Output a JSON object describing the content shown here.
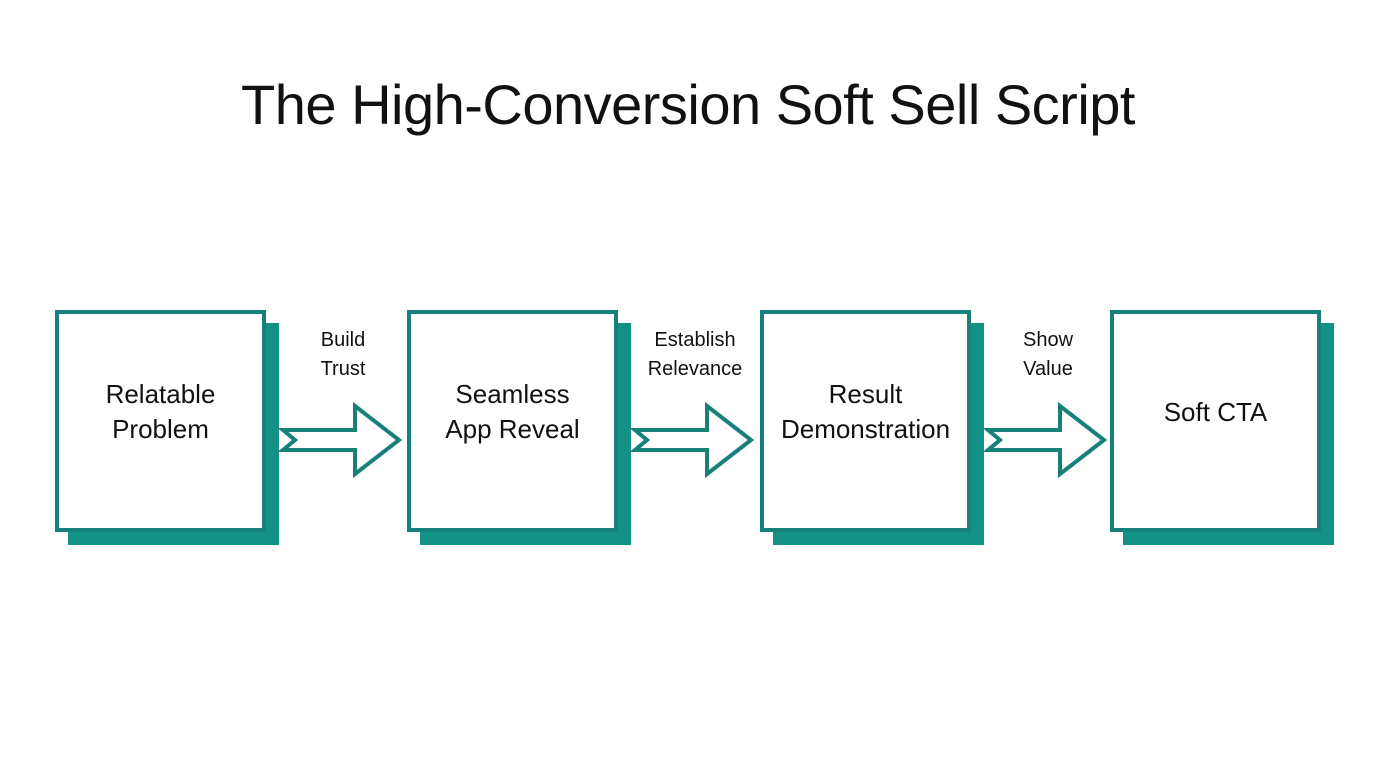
{
  "slide": {
    "title": "The High-Conversion Soft Sell Script",
    "background_color": "#ffffff",
    "title_color": "#111111"
  },
  "theme": {
    "accent_teal": "#17807a",
    "shadow_teal": "#149185",
    "arrow_stroke": "#17807a",
    "arrow_fill": "#ffffff",
    "text_color": "#111111"
  },
  "chart_data": {
    "type": "diagram",
    "subtype": "linear-process-flow",
    "title": "The High-Conversion Soft Sell Script",
    "direction": "left-to-right",
    "steps": [
      {
        "order": 1,
        "label": "Relatable\nProblem"
      },
      {
        "order": 2,
        "label": "Seamless\nApp Reveal"
      },
      {
        "order": 3,
        "label": "Result\nDemonstration"
      },
      {
        "order": 4,
        "label": "Soft CTA"
      }
    ],
    "transitions": [
      {
        "from": 1,
        "to": 2,
        "label": "Build\nTrust"
      },
      {
        "from": 2,
        "to": 3,
        "label": "Establish\nRelevance"
      },
      {
        "from": 3,
        "to": 4,
        "label": "Show\nValue"
      }
    ]
  },
  "flow": {
    "nodes": [
      {
        "label": "Relatable\nProblem"
      },
      {
        "label": "Seamless\nApp Reveal"
      },
      {
        "label": "Result\nDemonstration"
      },
      {
        "label": "Soft CTA"
      }
    ],
    "connectors": [
      {
        "label": "Build\nTrust",
        "icon": "arrow-right-icon"
      },
      {
        "label": "Establish\nRelevance",
        "icon": "arrow-right-icon"
      },
      {
        "label": "Show\nValue",
        "icon": "arrow-right-icon"
      }
    ]
  }
}
